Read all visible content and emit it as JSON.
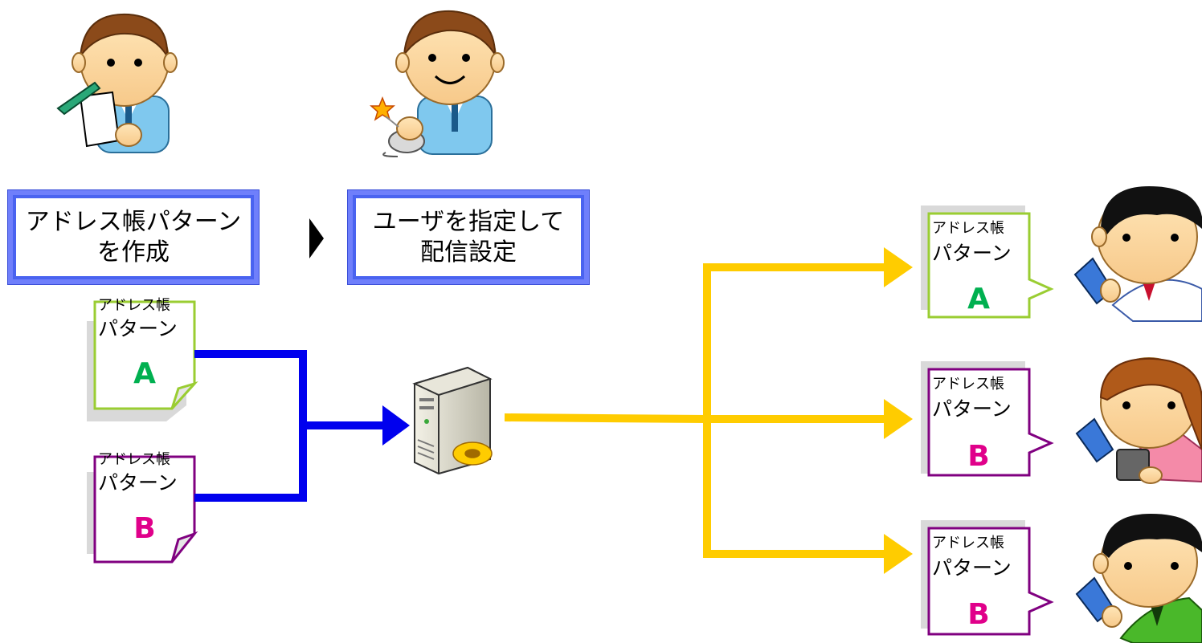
{
  "steps": {
    "create_pattern": {
      "line1": "アドレス帳パターン",
      "line2": "を作成"
    },
    "assign_users": {
      "line1": "ユーザを指定して",
      "line2": "配信設定"
    }
  },
  "source_patterns": [
    {
      "title": "アドレス帳",
      "subtitle": "パターン",
      "letter": "A"
    },
    {
      "title": "アドレス帳",
      "subtitle": "パターン",
      "letter": "B"
    }
  ],
  "delivered_patterns": [
    {
      "title": "アドレス帳",
      "subtitle": "パターン",
      "letter": "A"
    },
    {
      "title": "アドレス帳",
      "subtitle": "パターン",
      "letter": "B"
    },
    {
      "title": "アドレス帳",
      "subtitle": "パターン",
      "letter": "B"
    }
  ],
  "colors": {
    "pattern_a_border": "#9acd32",
    "pattern_b_border": "#800080",
    "letter_a": "#00b050",
    "letter_b": "#e0008a",
    "input_arrow": "#0000ee",
    "output_arrow": "#ffcc00",
    "step_border": "#5b6df5"
  },
  "icons": [
    "admin-writing-icon",
    "admin-mouse-icon",
    "server-icon",
    "user-phone-icon"
  ]
}
